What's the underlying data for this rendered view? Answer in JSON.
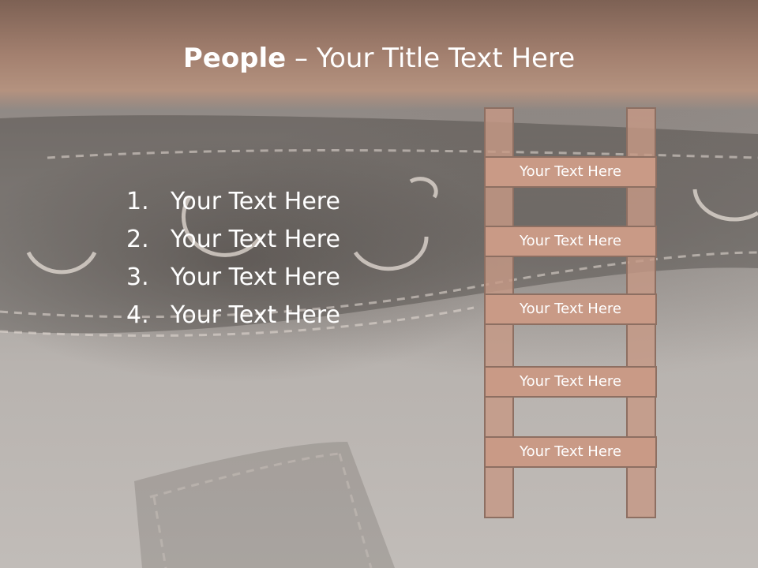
{
  "title": {
    "bold_part": "People",
    "separator": " – ",
    "rest": "Your Title Text Here"
  },
  "list": {
    "items": [
      {
        "number": "1.",
        "text": "Your Text Here"
      },
      {
        "number": "2.",
        "text": "Your Text Here"
      },
      {
        "number": "3.",
        "text": "Your Text Here"
      },
      {
        "number": "4.",
        "text": "Your Text Here"
      }
    ]
  },
  "ladder": {
    "rungs": [
      {
        "label": "Your Text Here"
      },
      {
        "label": "Your Text Here"
      },
      {
        "label": "Your Text Here"
      },
      {
        "label": "Your Text Here"
      },
      {
        "label": "Your Text Here"
      }
    ]
  },
  "colors": {
    "title_band": "#a3806f",
    "ladder_fill": "#c99a86",
    "ladder_border": "#8d6f62",
    "text": "#ffffff"
  }
}
